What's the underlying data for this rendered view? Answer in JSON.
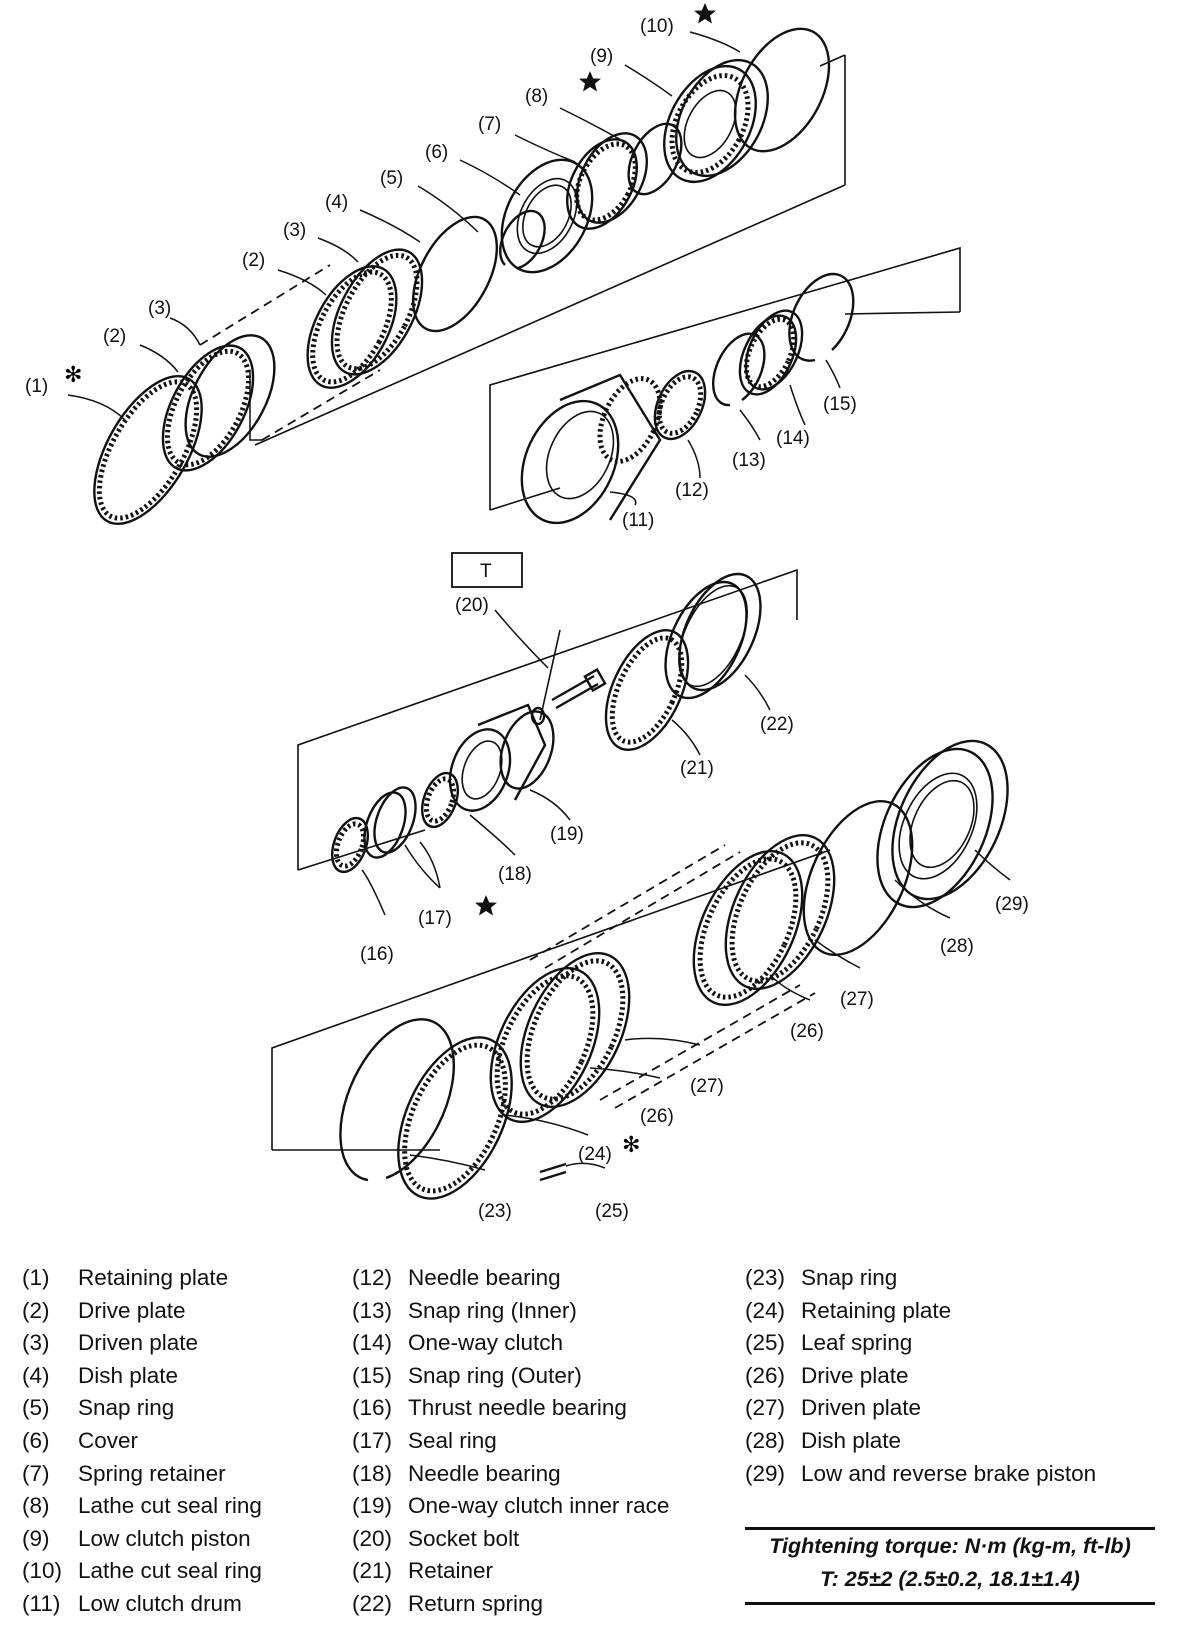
{
  "diagram": {
    "callouts": [
      "(1)",
      "(2)",
      "(3)",
      "(2)",
      "(3)",
      "(4)",
      "(5)",
      "(6)",
      "(7)",
      "(8)",
      "(9)",
      "(10)",
      "(11)",
      "(12)",
      "(13)",
      "(14)",
      "(15)",
      "(16)",
      "(17)",
      "(18)",
      "(19)",
      "(20)",
      "(21)",
      "(22)",
      "(23)",
      "(24)",
      "(25)",
      "(26)",
      "(27)",
      "(26)",
      "(27)",
      "(28)",
      "(29)"
    ],
    "torque_box_label": "T",
    "marks": {
      "asterisk": "✻",
      "star": "star-icon"
    }
  },
  "legend": {
    "col1": [
      {
        "num": "(1)",
        "name": "Retaining plate"
      },
      {
        "num": "(2)",
        "name": "Drive plate"
      },
      {
        "num": "(3)",
        "name": "Driven plate"
      },
      {
        "num": "(4)",
        "name": "Dish plate"
      },
      {
        "num": "(5)",
        "name": "Snap ring"
      },
      {
        "num": "(6)",
        "name": "Cover"
      },
      {
        "num": "(7)",
        "name": "Spring retainer"
      },
      {
        "num": "(8)",
        "name": "Lathe cut seal ring"
      },
      {
        "num": "(9)",
        "name": "Low clutch piston"
      },
      {
        "num": "(10)",
        "name": "Lathe cut seal ring"
      },
      {
        "num": "(11)",
        "name": "Low clutch drum"
      }
    ],
    "col2": [
      {
        "num": "(12)",
        "name": "Needle bearing"
      },
      {
        "num": "(13)",
        "name": "Snap ring (Inner)"
      },
      {
        "num": "(14)",
        "name": "One-way clutch"
      },
      {
        "num": "(15)",
        "name": "Snap ring (Outer)"
      },
      {
        "num": "(16)",
        "name": "Thrust needle bearing"
      },
      {
        "num": "(17)",
        "name": "Seal ring"
      },
      {
        "num": "(18)",
        "name": "Needle bearing"
      },
      {
        "num": "(19)",
        "name": "One-way clutch inner race"
      },
      {
        "num": "(20)",
        "name": "Socket bolt"
      },
      {
        "num": "(21)",
        "name": "Retainer"
      },
      {
        "num": "(22)",
        "name": "Return spring"
      }
    ],
    "col3": [
      {
        "num": "(23)",
        "name": "Snap ring"
      },
      {
        "num": "(24)",
        "name": "Retaining plate"
      },
      {
        "num": "(25)",
        "name": "Leaf spring"
      },
      {
        "num": "(26)",
        "name": "Drive plate"
      },
      {
        "num": "(27)",
        "name": "Driven plate"
      },
      {
        "num": "(28)",
        "name": "Dish plate"
      },
      {
        "num": "(29)",
        "name": "Low and reverse brake piston"
      }
    ]
  },
  "torque": {
    "title": "Tightening torque: N·m (kg-m, ft-lb)",
    "value": "T: 25±2 (2.5±0.2, 18.1±1.4)"
  }
}
